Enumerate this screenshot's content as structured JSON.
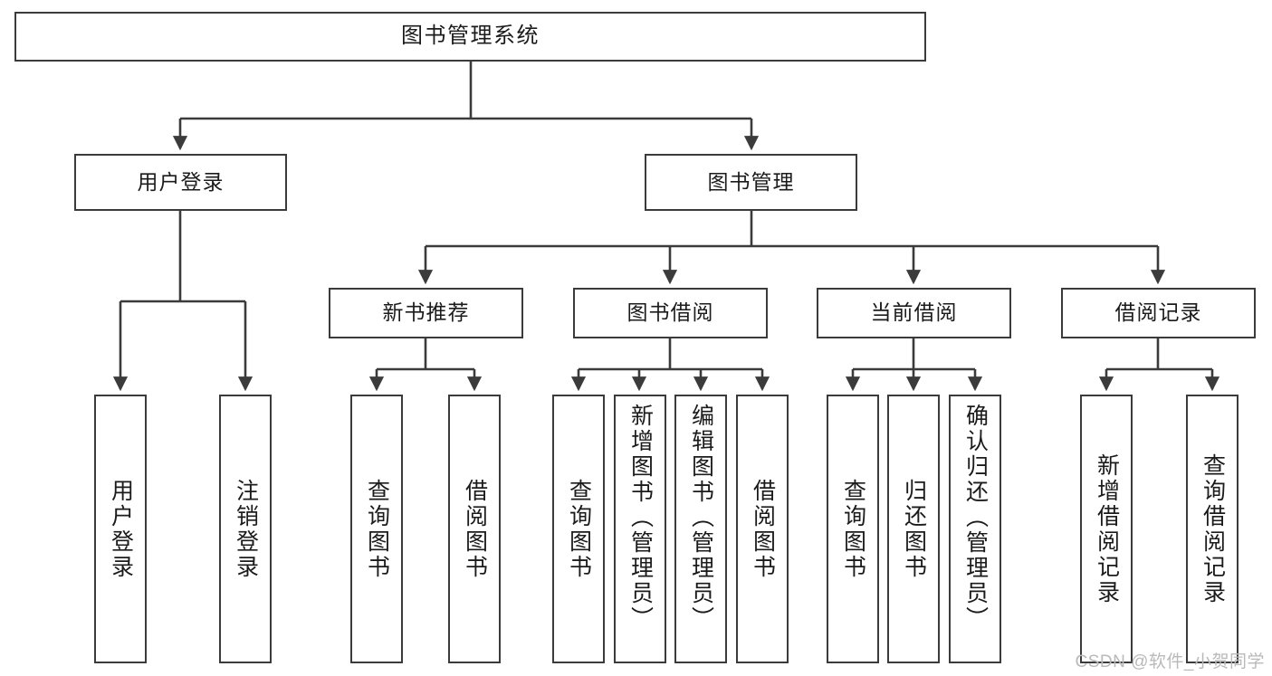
{
  "diagram": {
    "title": "图书管理系统",
    "type": "functional-structure-tree",
    "root": {
      "label": "图书管理系统"
    },
    "level2": [
      {
        "label": "用户登录"
      },
      {
        "label": "图书管理"
      }
    ],
    "level3": [
      {
        "label": "新书推荐"
      },
      {
        "label": "图书借阅"
      },
      {
        "label": "当前借阅"
      },
      {
        "label": "借阅记录"
      }
    ],
    "leaves": {
      "user_login": [
        {
          "label": "用户登录"
        },
        {
          "label": "注销登录"
        }
      ],
      "new_book_recommend": [
        {
          "label": "查询图书"
        },
        {
          "label": "借阅图书"
        }
      ],
      "book_borrow": [
        {
          "label": "查询图书"
        },
        {
          "label": "新增图书（管理员）"
        },
        {
          "label": "编辑图书（管理员）"
        },
        {
          "label": "借阅图书"
        }
      ],
      "current_borrow": [
        {
          "label": "查询图书"
        },
        {
          "label": "归还图书"
        },
        {
          "label": "确认归还（管理员）"
        }
      ],
      "borrow_record": [
        {
          "label": "新增借阅记录"
        },
        {
          "label": "查询借阅记录"
        }
      ]
    }
  },
  "watermark": {
    "text": "CSDN @软件_小贺同学"
  },
  "colors": {
    "background": "#ffffff",
    "stroke": "#3b3b3b",
    "text": "#1b1b1b",
    "watermark": "#b9b9b9"
  }
}
